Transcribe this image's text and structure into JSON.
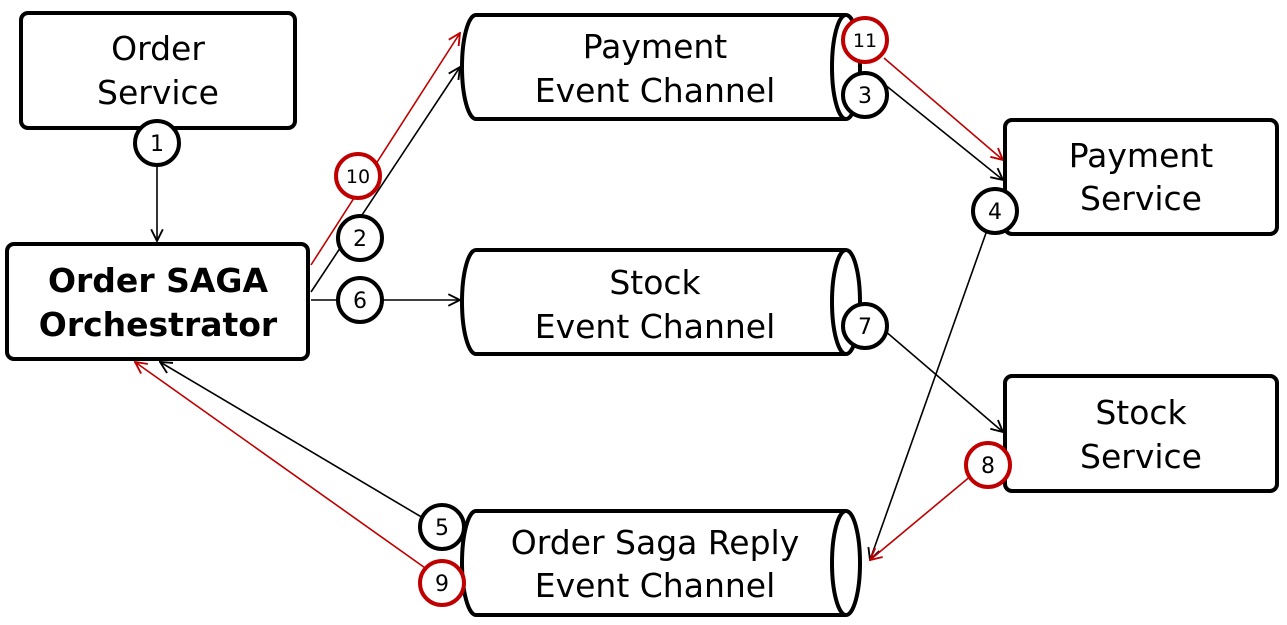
{
  "nodes": {
    "order_service": {
      "line1": "Order",
      "line2": "Service"
    },
    "orchestrator": {
      "line1": "Order SAGA",
      "line2": "Orchestrator"
    },
    "payment_channel": {
      "line1": "Payment",
      "line2": "Event Channel"
    },
    "stock_channel": {
      "line1": "Stock",
      "line2": "Event Channel"
    },
    "reply_channel": {
      "line1": "Order Saga Reply",
      "line2": "Event Channel"
    },
    "payment_service": {
      "line1": "Payment",
      "line2": "Service"
    },
    "stock_service": {
      "line1": "Stock",
      "line2": "Service"
    }
  },
  "steps": {
    "s1": "1",
    "s2": "2",
    "s3": "3",
    "s4": "4",
    "s5": "5",
    "s6": "6",
    "s7": "7",
    "s8": "8",
    "s9": "9",
    "s10": "10",
    "s11": "11"
  },
  "colors": {
    "normal_flow": "#000000",
    "compensation_flow": "#c00000"
  }
}
